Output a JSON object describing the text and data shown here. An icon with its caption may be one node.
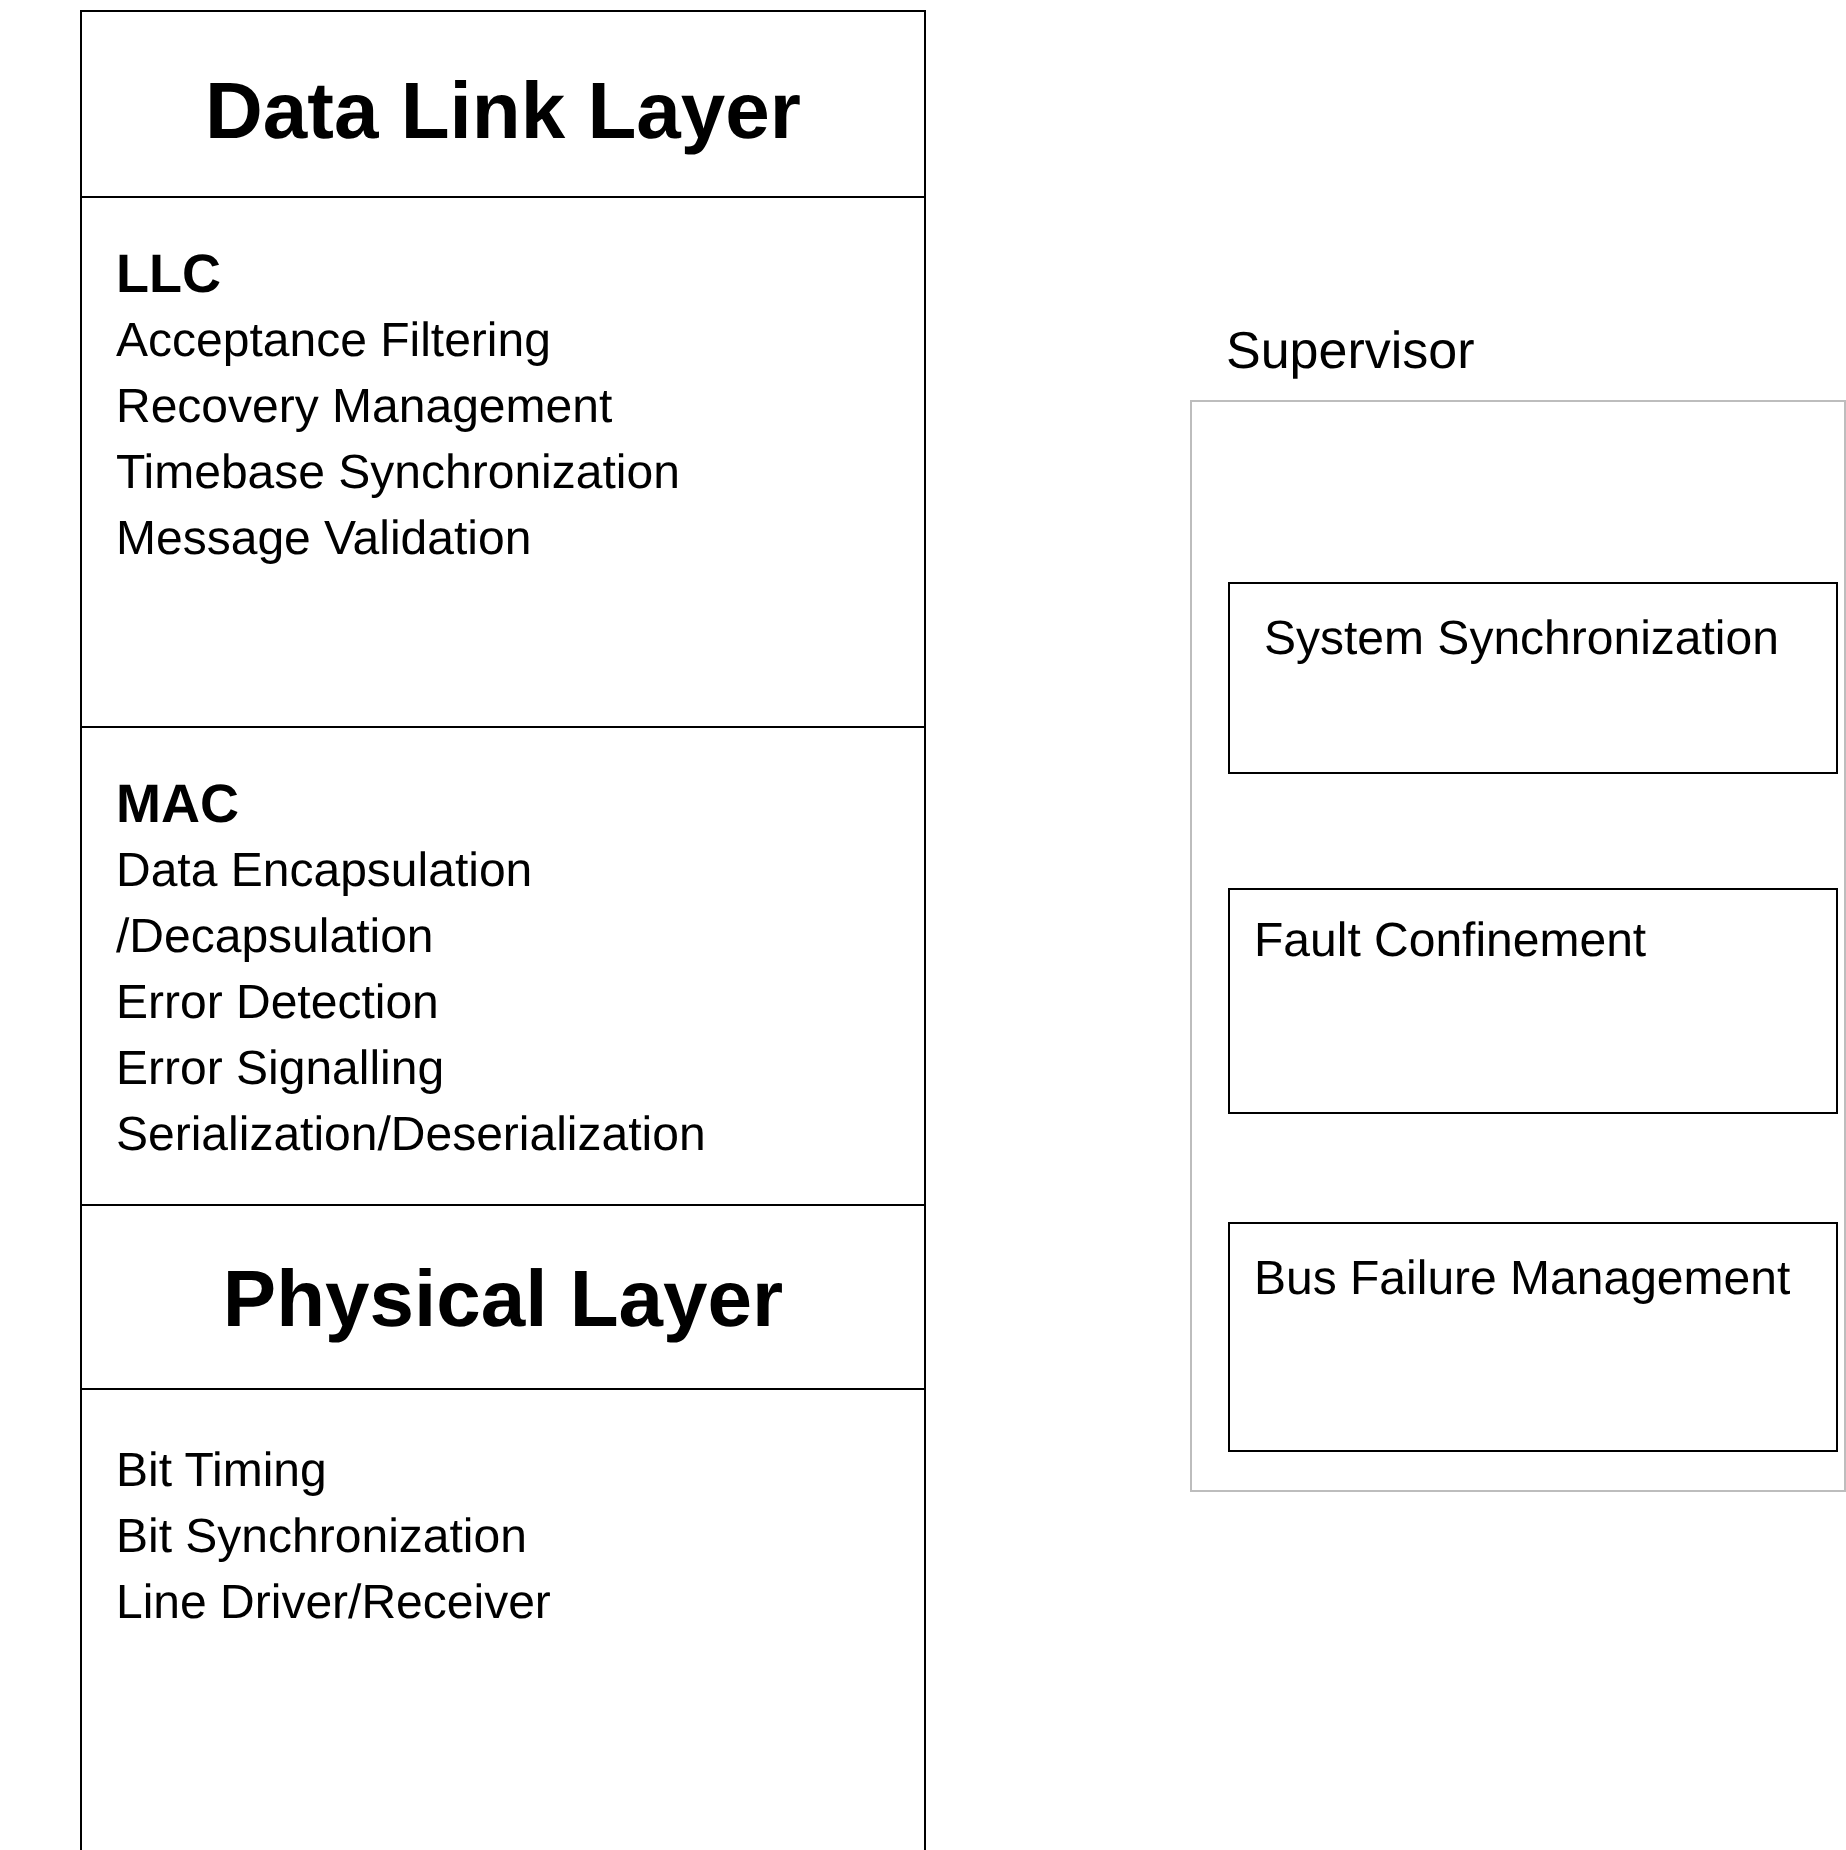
{
  "diagram": {
    "nodes": [
      {
        "text": [
          "Data Link Layer"
        ]
      },
      {
        "text": [
          "LLC",
          "Acceptance Filtering",
          "Recovery Management",
          "Timebase Synchronization",
          "Message Validation"
        ]
      },
      {
        "text": [
          "MAC",
          "Data Encapsulation /Decapsulation",
          "Error Detection",
          "Error Signalling",
          "Serialization/Deserialization"
        ]
      },
      {
        "text": [
          "Physical Layer"
        ]
      },
      {
        "text": [
          "Bit Timing",
          "Bit Synchronization",
          "Line Driver/Receiver"
        ]
      },
      {
        "text": [
          "Supervisor"
        ]
      },
      {
        "text": [
          "System Synchronization"
        ],
        "in": 5
      },
      {
        "text": [
          "Fault Confinement"
        ],
        "in": 5
      },
      {
        "text": [
          "Bus Failure Management"
        ],
        "in": 5
      }
    ],
    "edges": []
  }
}
